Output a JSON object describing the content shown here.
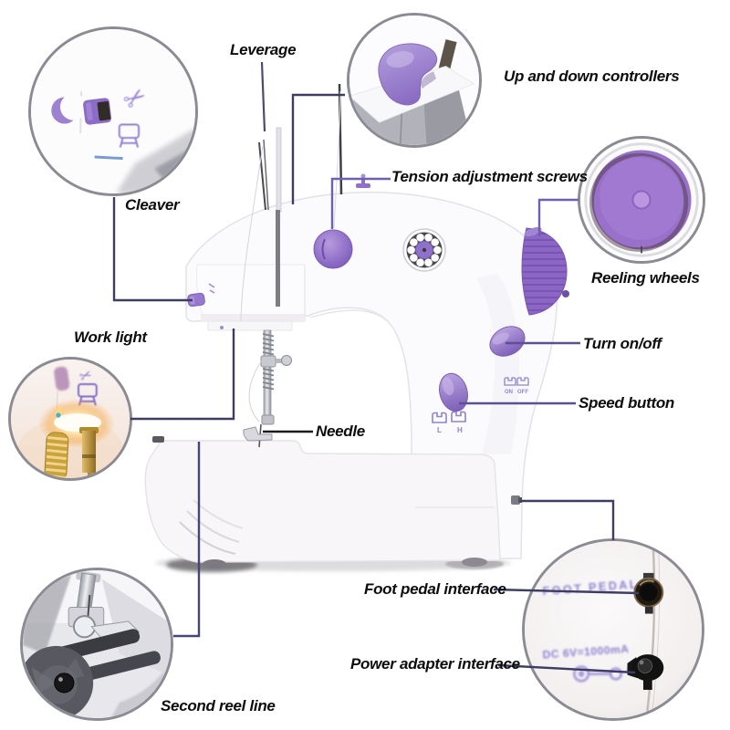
{
  "labels": {
    "leverage": "Leverage",
    "up_down": "Up and down controllers",
    "cleaver": "Cleaver",
    "tension": "Tension adjustment screws",
    "reeling": "Reeling wheels",
    "work_light": "Work light",
    "turn_onoff": "Turn on/off",
    "speed": "Speed button",
    "needle": "Needle",
    "foot_pedal": "Foot pedal interface",
    "power_adapter": "Power adapter interface",
    "second_reel": "Second reel line"
  },
  "machine_markings": {
    "on": "ON",
    "off": "OFF",
    "low": "L",
    "high": "H",
    "foot_pedal_print": "FOOT PEDAL",
    "power_print": "DC 6V=1000mA"
  },
  "icons": {
    "scissors": "✂"
  },
  "colors": {
    "accent_purple": "#8c66c4",
    "button_purple": "#8a6cc2",
    "line_dark": "#3d3d64",
    "line_purple": "#6f60b2",
    "label_text": "#0d0d0d",
    "body_white": "#fbfafc"
  }
}
